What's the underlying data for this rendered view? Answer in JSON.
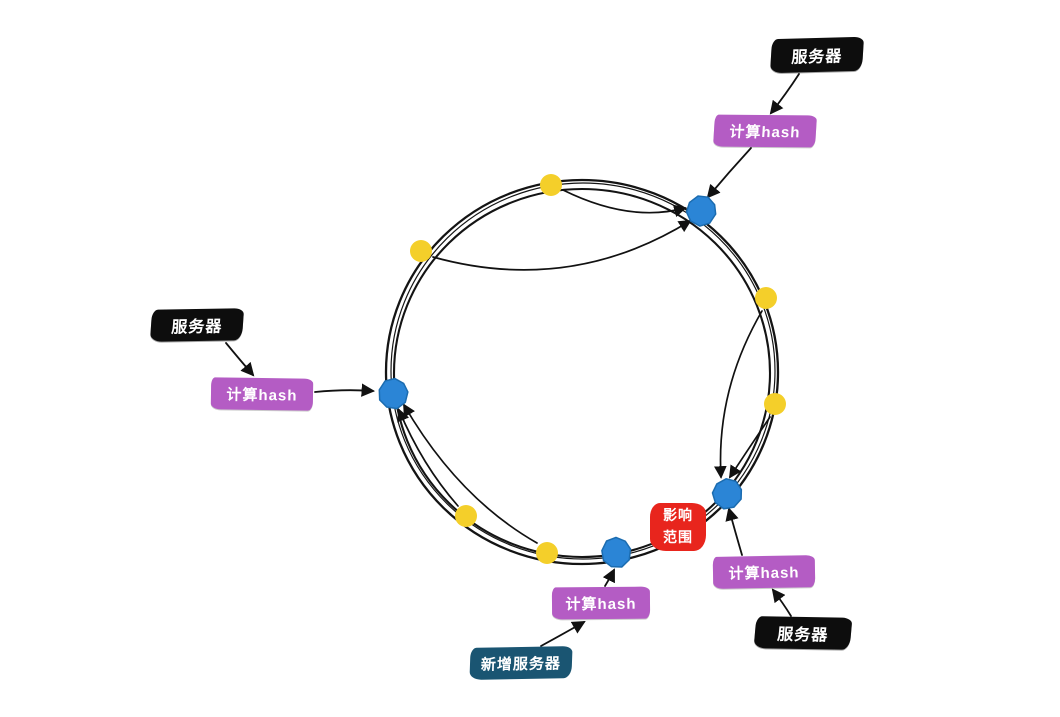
{
  "diagram": {
    "labels": {
      "server_top": "服务器",
      "hash_top": "计算hash",
      "server_left": "服务器",
      "hash_left": "计算hash",
      "server_bottom_right": "服务器",
      "hash_bottom_right": "计算hash",
      "hash_bottom": "计算hash",
      "new_server": "新增服务器",
      "impact_line1": "影响",
      "impact_line2": "范围"
    },
    "colors": {
      "ring_stroke": "#141414",
      "key_dot": "#f4cf2a",
      "server_node": "#2b85d6",
      "server_node_stroke": "#1b6cb0",
      "server_label_bg": "#0d0d0d",
      "hash_label_bg": "#b45cc4",
      "impact_bg": "#e8251d",
      "new_server_bg": "#1a5572",
      "label_text": "#ffffff",
      "arrow": "#111111"
    }
  }
}
